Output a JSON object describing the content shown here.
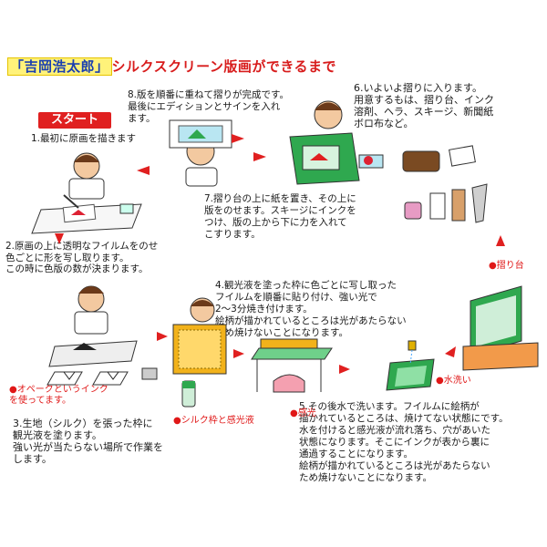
{
  "title": {
    "name": "「吉岡浩太郎」",
    "rest": "シルクスクリーン版画ができるまで"
  },
  "start_label": "スタート",
  "steps": {
    "s1": "1.最初に原画を描きます",
    "s2": "2.原画の上に透明なフイルムをのせ\n色ごとに形を写し取ります。\nこの時に色版の数が決まります。",
    "s3": "3.生地（シルク）を張った枠に\n観光液を塗ります。\n強い光が当たらない場所で作業を\nします。",
    "s4": "4.観光液を塗った枠に色ごとに写し取った\nフイルムを順番に貼り付け、強い光で\n2〜3分焼き付けます。\n絵柄が描かれているところは光があたらない\nため焼けないことになります。",
    "s5": "5.その後水で洗います。フイルムに絵柄が\n描かれているところは、焼けてない状態にです。\n水を付けると感光液が流れ落ち、穴があいた\n状態になります。そこにインクが表から裏に\n通過することになります。\n絵柄が描かれているところは光があたらない\nため焼けないことになります。",
    "s6": "6.いよいよ摺りに入ります。\n用意するもは、摺り台、インク\n溶剤、ヘラ、スキージ、新聞紙\nボロ布など。",
    "s7": "7.摺り台の上に紙を置き、その上に\n版をのせます。スキージにインクを\nつけ、版の上から下に力を入れて\nこすります。",
    "s8": "8.版を順番に重ねて摺りが完成です。\n最後にエディションとサインを入れ\nます。"
  },
  "labels": {
    "opaque": "●オペークというインク\nを使ってます。",
    "silk": "●シルク枠と感光液",
    "light": "●感光",
    "wash": "●水洗い",
    "table": "●摺り台"
  },
  "colors": {
    "red": "#e01818",
    "blue": "#1a3fb0",
    "yellow": "#fff27a",
    "frame_green": "#2fa84f",
    "frame_yellow": "#f2b21b"
  }
}
